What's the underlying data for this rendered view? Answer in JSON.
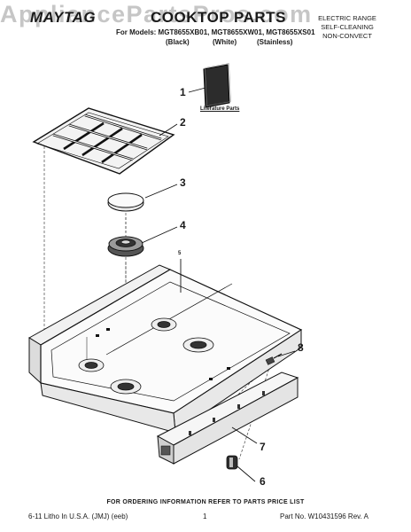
{
  "watermark": "AppliancePartsPros.com",
  "header": {
    "brand": "MAYTAG",
    "title": "COOKTOP PARTS",
    "models": "For Models: MGT8655XB01, MGT8655XW01, MGT8655XS01",
    "colors": [
      "(Black)",
      "(White)",
      "(Stainless)"
    ],
    "fuel_lines": [
      "ELECTRIC RANGE",
      "SELF-CLEANING",
      "NON-CONVECT"
    ]
  },
  "literature_label": "Literature Parts",
  "callouts": [
    "1",
    "2",
    "3",
    "4",
    "5",
    "6",
    "7",
    "8"
  ],
  "footer": {
    "note": "FOR ORDERING INFORMATION REFER TO PARTS PRICE LIST",
    "left": "6-11 Litho In U.S.A. (JMJ) (eeb)",
    "page": "1",
    "right": "Part No. W10431596 Rev. A"
  }
}
